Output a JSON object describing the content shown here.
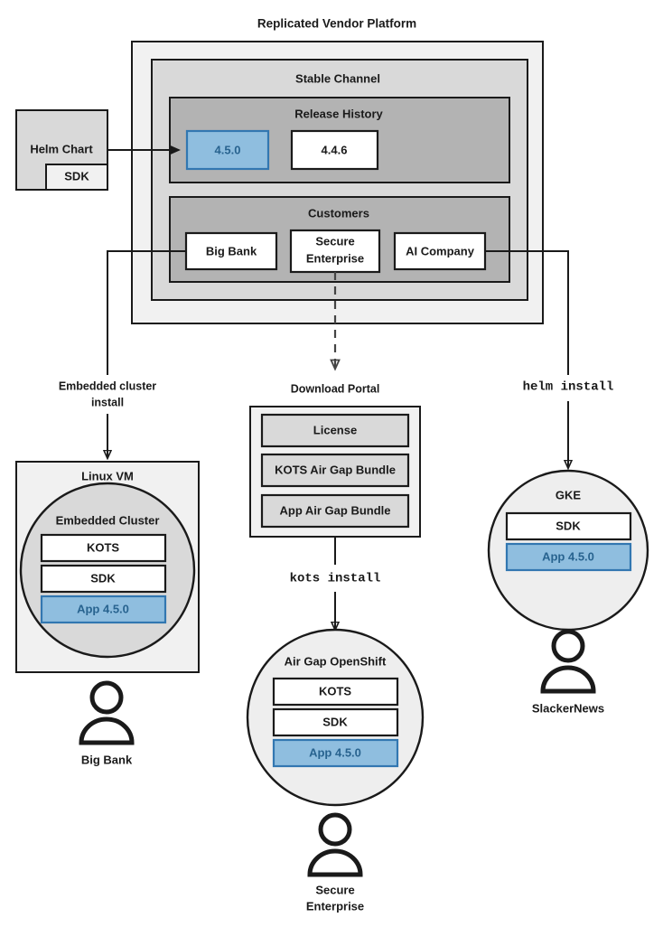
{
  "diagram": {
    "title": "Replicated Vendor Platform",
    "source": {
      "name": "helm-chart",
      "label": "Helm Chart",
      "nested_label": "SDK"
    },
    "platform": {
      "channel": {
        "label": "Stable Channel",
        "release_history": {
          "label": "Release History",
          "releases": [
            {
              "version": "4.5.0",
              "highlighted": true
            },
            {
              "version": "4.4.6",
              "highlighted": false
            }
          ]
        },
        "customers": {
          "label": "Customers",
          "items": [
            {
              "name": "Big Bank"
            },
            {
              "name": "Secure Enterprise"
            },
            {
              "name": "AI Company"
            }
          ]
        }
      }
    },
    "flows": [
      {
        "id": "embedded",
        "label": "Embedded cluster install",
        "label_line1": "Embedded cluster",
        "label_line2": "install",
        "style": "plain"
      },
      {
        "id": "download",
        "label": "Download Portal",
        "style": "plain"
      },
      {
        "id": "helm",
        "label": "helm install",
        "style": "mono"
      },
      {
        "id": "kots",
        "label": "kots install",
        "style": "mono"
      }
    ],
    "targets": [
      {
        "id": "linux-vm",
        "shape": "rect",
        "label": "Linux VM",
        "inner_label": "Embedded Cluster",
        "components": [
          {
            "label": "KOTS",
            "highlighted": false
          },
          {
            "label": "SDK",
            "highlighted": false
          },
          {
            "label": "App 4.5.0",
            "highlighted": true
          }
        ],
        "customer": "Big Bank"
      },
      {
        "id": "air-gap-openshift",
        "shape": "circle",
        "label": "Air Gap OpenShift",
        "components": [
          {
            "label": "KOTS",
            "highlighted": false
          },
          {
            "label": "SDK",
            "highlighted": false
          },
          {
            "label": "App 4.5.0",
            "highlighted": true
          }
        ],
        "customer_line1": "Secure",
        "customer_line2": "Enterprise"
      },
      {
        "id": "gke",
        "shape": "circle",
        "label": "GKE",
        "components": [
          {
            "label": "SDK",
            "highlighted": false
          },
          {
            "label": "App 4.5.0",
            "highlighted": true
          }
        ],
        "customer": "SlackerNews"
      }
    ],
    "download_portal": {
      "label": "Download Portal",
      "artifacts": [
        {
          "label": "License"
        },
        {
          "label": "KOTS Air Gap Bundle"
        },
        {
          "label": "App Air Gap Bundle"
        }
      ]
    },
    "colors": {
      "highlight_fill": "#8fbedf",
      "highlight_stroke": "#3277b1",
      "highlight_text": "#28638f",
      "outer_fill": "#f1f1f1",
      "level2_fill": "#d9d9d9",
      "level3_fill": "#b3b3b3",
      "stroke": "#1a1a1a"
    }
  }
}
